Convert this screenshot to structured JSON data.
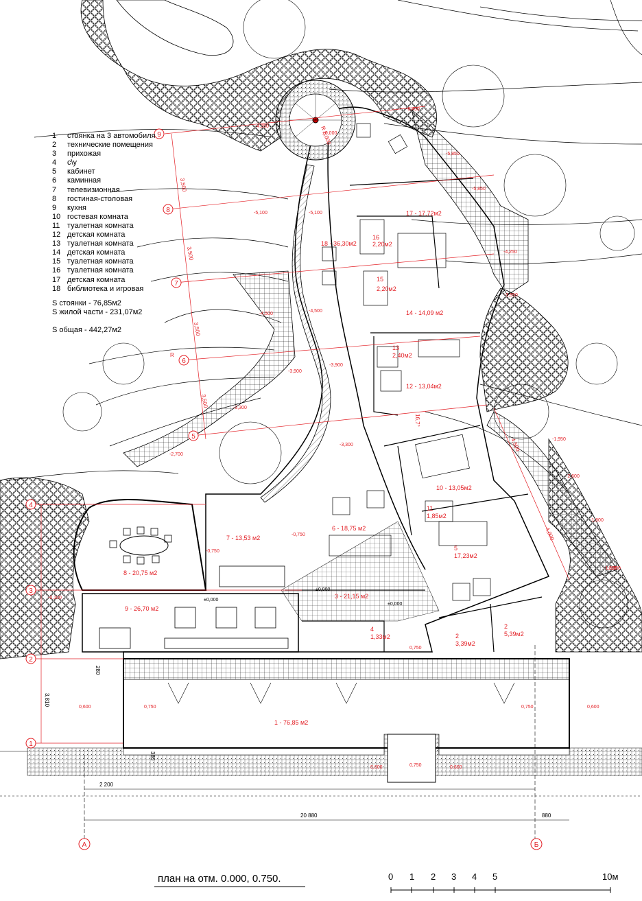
{
  "legend": [
    {
      "num": "1",
      "text": "стоянка на 3 автомобиля"
    },
    {
      "num": "2",
      "text": "технические помещения"
    },
    {
      "num": "3",
      "text": "прихожая"
    },
    {
      "num": "4",
      "text": "с\\у"
    },
    {
      "num": "5",
      "text": "кабинет"
    },
    {
      "num": "6",
      "text": "каминная"
    },
    {
      "num": "7",
      "text": "телевизионная"
    },
    {
      "num": "8",
      "text": "гостиная-столовая"
    },
    {
      "num": "9",
      "text": "кухня"
    },
    {
      "num": "10",
      "text": "гостевая комната"
    },
    {
      "num": "11",
      "text": "туалетная комната"
    },
    {
      "num": "12",
      "text": "детская комната"
    },
    {
      "num": "13",
      "text": "туалетная комната"
    },
    {
      "num": "14",
      "text": "детская комната"
    },
    {
      "num": "15",
      "text": "туалетная комната"
    },
    {
      "num": "16",
      "text": "туалетная комната"
    },
    {
      "num": "17",
      "text": "детская комната"
    },
    {
      "num": "18",
      "text": "библиотека и игровая"
    }
  ],
  "areas": {
    "parking": "S стоянки - 76,85м2",
    "living": "S жилой части - 231,07м2",
    "total": "S общая - 442,27м2"
  },
  "rooms": [
    {
      "num": "1",
      "area": "- 76,85 м2"
    },
    {
      "num": "2",
      "area": "3,39м2"
    },
    {
      "num": "2",
      "area": "5,39м2"
    },
    {
      "num": "3",
      "area": "- 21,15 м2"
    },
    {
      "num": "4",
      "area": "1,33м2"
    },
    {
      "num": "5",
      "area": "17,23м2"
    },
    {
      "num": "6",
      "area": "- 18,75 м2"
    },
    {
      "num": "7",
      "area": "- 13,53 м2"
    },
    {
      "num": "8",
      "area": "- 20,75 м2"
    },
    {
      "num": "9",
      "area": "- 26,70 м2"
    },
    {
      "num": "10",
      "area": "- 13,05м2"
    },
    {
      "num": "11",
      "area": "1,85м2"
    },
    {
      "num": "12",
      "area": "- 13,04м2"
    },
    {
      "num": "13",
      "area": "2,40м2"
    },
    {
      "num": "14",
      "area": "- 14,09 м2"
    },
    {
      "num": "15",
      "area": "2,20м2"
    },
    {
      "num": "16",
      "area": "2,20м2"
    },
    {
      "num": "17",
      "area": "- 17,72м2"
    },
    {
      "num": "18",
      "area": "- 36,30м2"
    }
  ],
  "levels": [
    "-0,100",
    "±0,000",
    "-5,850",
    "-6,450",
    "-5,850",
    "-5,100",
    "-5,100",
    "-4,350",
    "-4,250",
    "-3,950",
    "-4,500",
    "-4,500",
    "-3,900",
    "-3,900",
    "-3,300",
    "-3,300",
    "-2,700",
    "-0,750",
    "-0,750",
    "±0,000",
    "±0,000",
    "±0,000",
    "0,750",
    "0,600",
    "0,750",
    "0,750",
    "0,600",
    "0,600",
    "0,750",
    "0,600",
    "-1,800",
    "-1,800",
    "-1,500",
    "-2,600",
    "-1,950"
  ],
  "axes": [
    "1",
    "2",
    "3",
    "4",
    "5",
    "6",
    "7",
    "8",
    "9",
    "А",
    "Б"
  ],
  "dimensions": {
    "d3500a": "3,500",
    "d3500b": "3,500",
    "d3500c": "3,500",
    "d3500d": "3,500",
    "d3810": "3,810",
    "d2200": "2 200",
    "d20880": "20 880",
    "d880": "880",
    "d4500": "4,500",
    "d4000": "4,000",
    "d380": "380",
    "d280": "280",
    "d167": "16,7°",
    "r6": "R 6,000",
    "r": "R"
  },
  "title": "план на отм. 0.000, 0.750.",
  "scale": {
    "labels": [
      "0",
      "1",
      "2",
      "3",
      "4",
      "5"
    ],
    "end": "10м"
  }
}
